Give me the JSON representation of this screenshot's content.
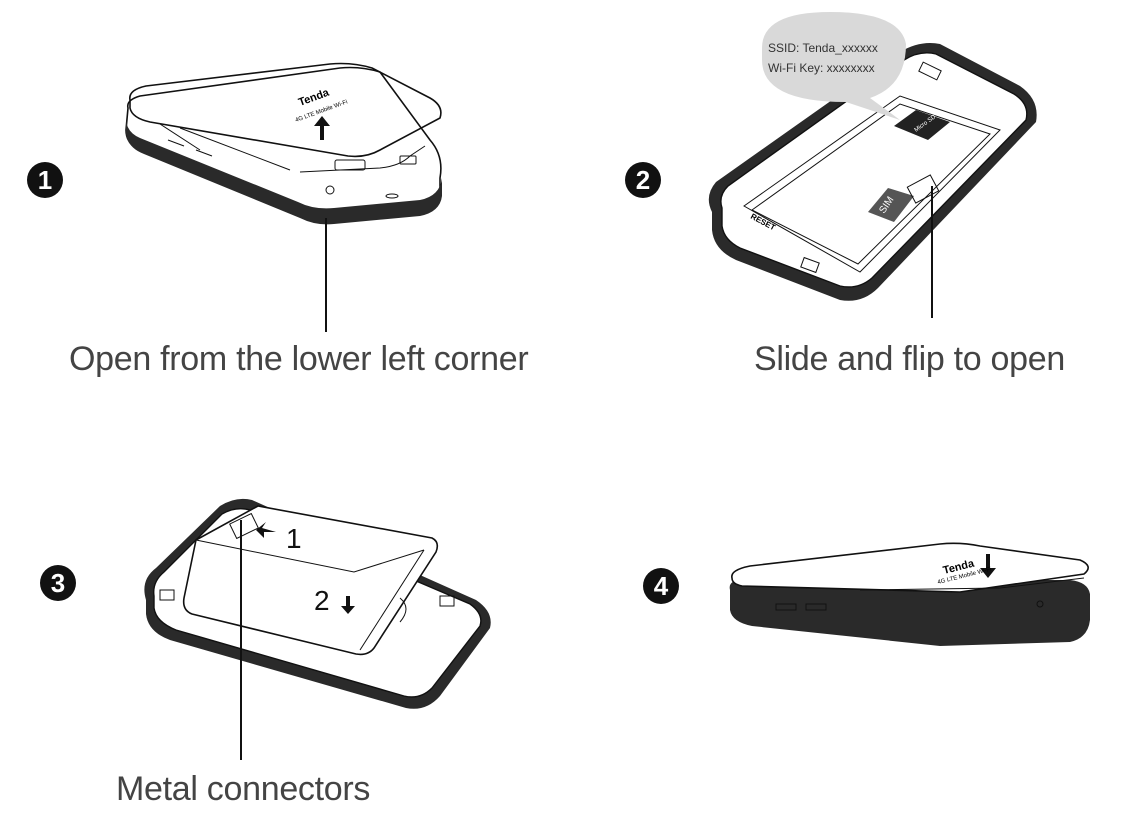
{
  "steps": [
    {
      "number": "1",
      "caption": "Open from the lower left corner",
      "brand": "Tenda",
      "model": "4G LTE Mobile Wi-Fi"
    },
    {
      "number": "2",
      "caption": "Slide and flip to open",
      "bubble_line1": "SSID: Tenda_xxxxxx",
      "bubble_line2": "Wi-Fi Key: xxxxxxxx",
      "sim_label": "SIM",
      "microsd_label": "Micro SD",
      "reset_label": "RESET"
    },
    {
      "number": "3",
      "caption": "Metal connectors",
      "arrow1_label": "1",
      "arrow2_label": "2"
    },
    {
      "number": "4",
      "brand": "Tenda",
      "model": "4G LTE Mobile Wi-Fi"
    }
  ]
}
